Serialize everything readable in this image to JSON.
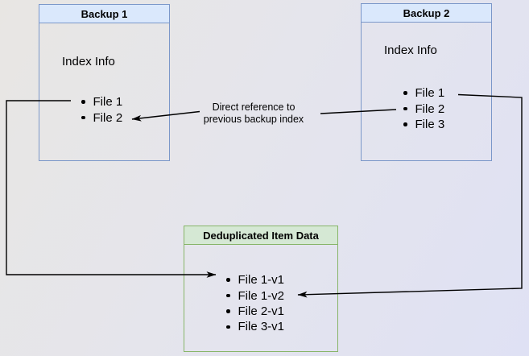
{
  "backup1": {
    "title": "Backup 1",
    "index_label": "Index Info",
    "files": [
      "File 1",
      "File 2"
    ]
  },
  "backup2": {
    "title": "Backup 2",
    "index_label": "Index Info",
    "files": [
      "File 1",
      "File 2",
      "File 3"
    ]
  },
  "dedup": {
    "title": "Deduplicated Item Data",
    "files": [
      "File 1-v1",
      "File 1-v2",
      "File 2-v1",
      "File 3-v1"
    ]
  },
  "annotation": {
    "line1": "Direct reference to",
    "line2": "previous backup index"
  },
  "colors": {
    "backup_header_fill": "#dae8fc",
    "backup_border": "#7b97c9",
    "dedup_header_fill": "#d5e8d4",
    "dedup_border": "#87b569",
    "connector": "#000000",
    "text": "#000000"
  }
}
